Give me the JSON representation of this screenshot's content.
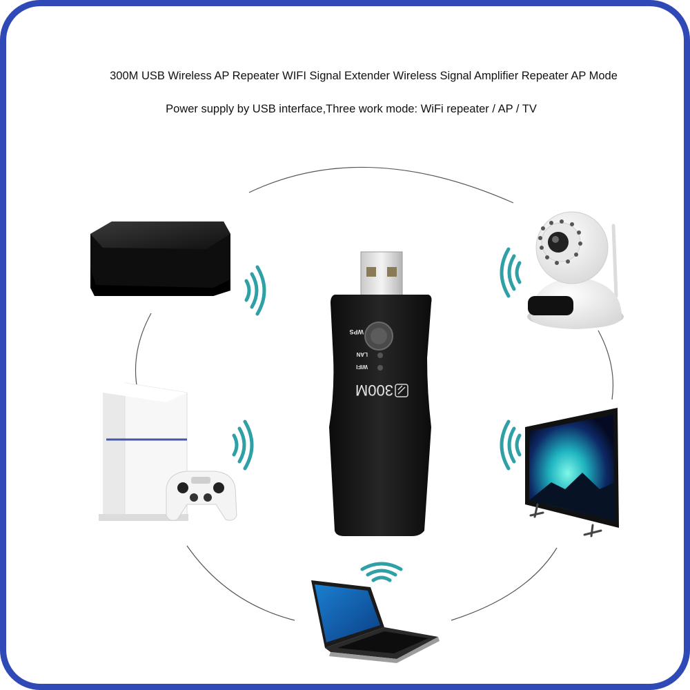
{
  "headline": {
    "line1": "300M USB Wireless AP Repeater WIFI Signal Extender Wireless Signal Amplifier Repeater AP Mode",
    "line2": "Power supply by USB interface,Three work mode: WiFi repeater / AP / TV"
  },
  "device": {
    "model_label": "300M",
    "wps_label": "WPS",
    "lan_label": "LAN",
    "wifi_label": "WIFI"
  },
  "colors": {
    "frame": "#2f49b7",
    "wifi_waves": "#2fa0a6",
    "device_body": "#151515",
    "tv_screen_glow": "#1fd1c8"
  },
  "icons": [
    "set-top-box-icon",
    "ip-camera-icon",
    "game-console-icon",
    "gamepad-icon",
    "television-icon",
    "laptop-icon",
    "usb-repeater-icon",
    "wifi-signal-icon"
  ]
}
